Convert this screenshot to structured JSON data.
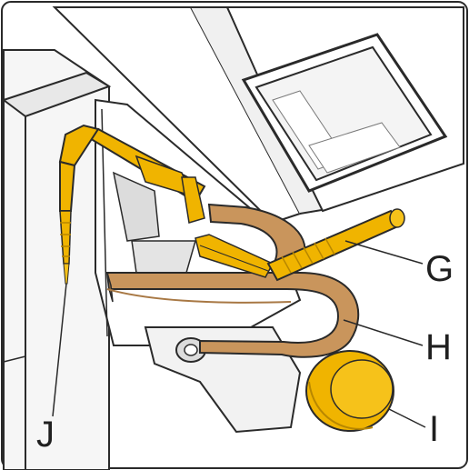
{
  "labels": {
    "g": "G",
    "h": "H",
    "i": "I",
    "j": "J"
  },
  "colors": {
    "outline": "#2a2a2a",
    "panel_fill": "#ffffff",
    "panel_shadow": "#e9e9e9",
    "screen_inner": "#f4f4f4",
    "brown_ring": "#c9955c",
    "brown_dark": "#a87844",
    "gold": "#f0b400",
    "gold_dark": "#b88700",
    "gray_part": "#dcdcdc",
    "gray_dark": "#9a9a9a"
  },
  "icons": {
    "handpiece": "angled-handpiece-icon",
    "scaler": "scaler-tip-icon",
    "holder": "u-shaped-holder-icon",
    "knob": "rotary-knob-icon"
  }
}
